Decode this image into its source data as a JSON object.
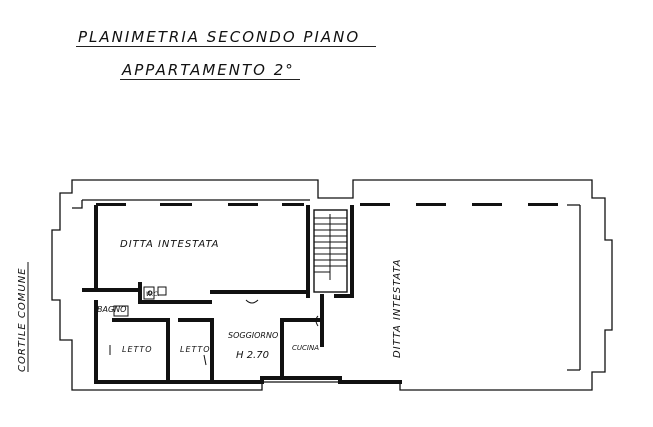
{
  "title": "PLANIMETRIA SECONDO PIANO",
  "subtitle": "APPARTAMENTO 2°",
  "side_label": "CORTILE COMUNE",
  "rooms": {
    "ditta_left": "DITTA INTESTATA",
    "ditta_right": "DITTA INTESTATA",
    "bagno": "BAGNO",
    "wc": "W.C.",
    "letto1": "LETTO",
    "letto2": "LETTO",
    "soggiorno": "SOGGIORNO",
    "height": "H 2.70",
    "cucina": "CUCINA"
  }
}
